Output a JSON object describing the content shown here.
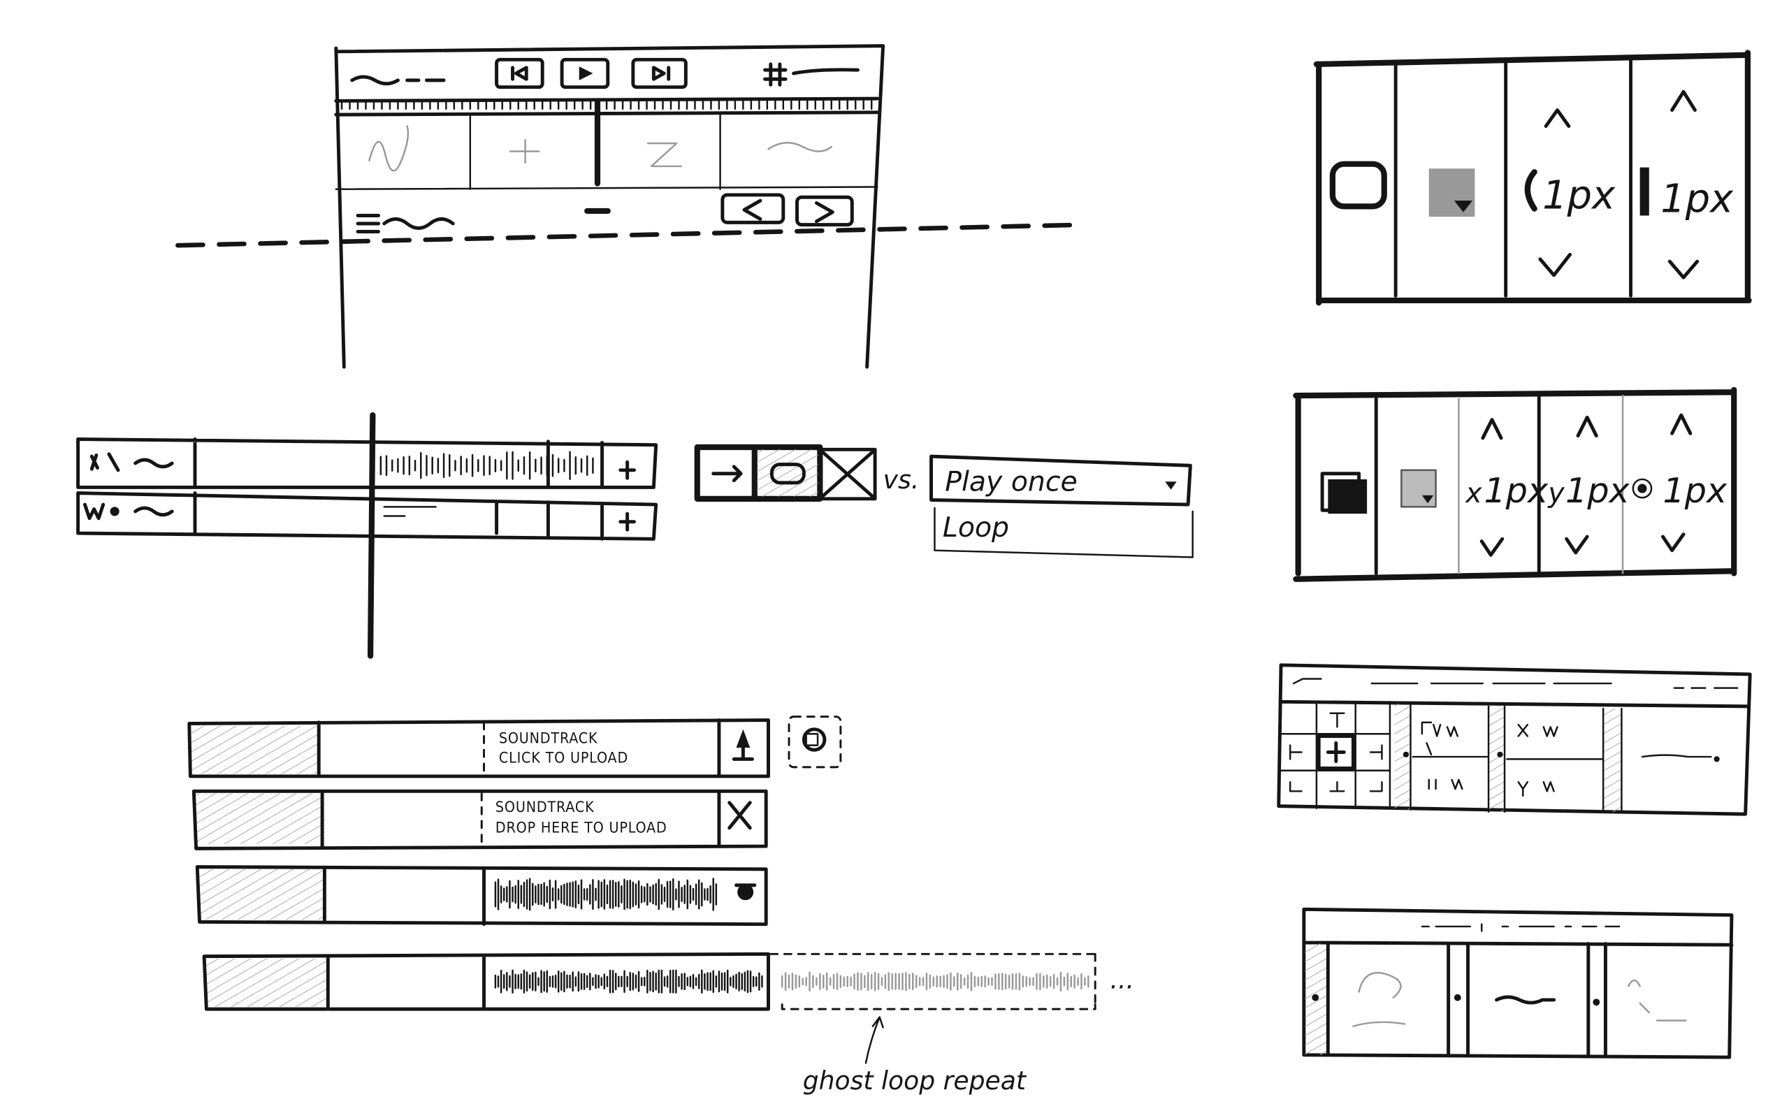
{
  "title": "UI sketch: animation timeline, soundtrack upload and property panels",
  "colors": {
    "ink": "#151515",
    "paper": "#ffffff",
    "hatch": "#9a9a9a"
  },
  "loop_toggle": {
    "options": [
      "play-once-arrow-icon",
      "loop-icon",
      "none-x-icon"
    ],
    "vs_label": "vs.",
    "dropdown_selected": "Play once",
    "dropdown_option": "Loop"
  },
  "soundtrack": {
    "label": "SOUNDTRACK",
    "click_hint": "CLICK TO UPLOAD",
    "drop_hint": "DROP HERE TO UPLOAD",
    "ellipsis": "...",
    "annotation": "ghost loop repeat"
  },
  "border_panel": {
    "radius_value": "1px",
    "width_value": "1px"
  },
  "shadow_panel": {
    "x_label": "x",
    "x_value": "1px",
    "y_label": "y",
    "y_value": "1px",
    "blur_value": "1px"
  }
}
